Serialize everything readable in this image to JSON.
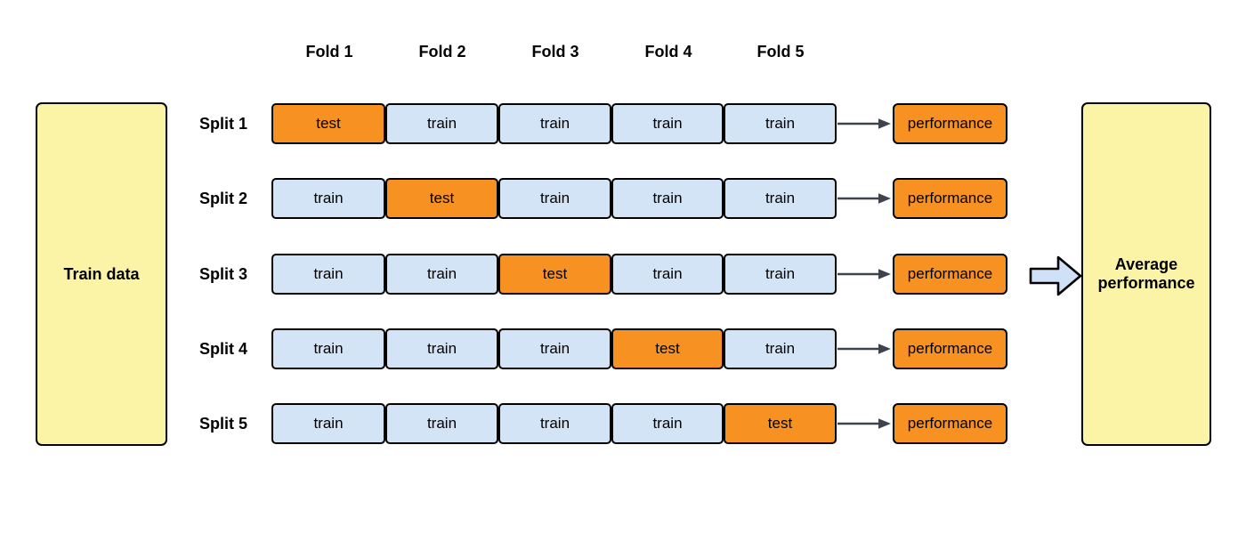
{
  "diagram": {
    "title_not_shown": "",
    "colors": {
      "train_fill": "#d4e4f7",
      "test_fill": "#f79122",
      "performance_fill": "#f79122",
      "data_fill": "#fbf3a5",
      "arrow_fill": "#cfe0f7",
      "stroke": "#000000",
      "connector_stroke": "#3d4450"
    },
    "train_data_label": "Train data",
    "average_label_line1": "Average",
    "average_label_line2": "performance",
    "fold_headers": [
      {
        "label": "Fold 1"
      },
      {
        "label": "Fold 2"
      },
      {
        "label": "Fold 3"
      },
      {
        "label": "Fold 4"
      },
      {
        "label": "Fold 5"
      }
    ],
    "splits": [
      {
        "label": "Split 1",
        "cells": [
          "test",
          "train",
          "train",
          "train",
          "train"
        ],
        "result": "performance"
      },
      {
        "label": "Split 2",
        "cells": [
          "train",
          "test",
          "train",
          "train",
          "train"
        ],
        "result": "performance"
      },
      {
        "label": "Split 3",
        "cells": [
          "train",
          "train",
          "test",
          "train",
          "train"
        ],
        "result": "performance"
      },
      {
        "label": "Split 4",
        "cells": [
          "train",
          "train",
          "train",
          "test",
          "train"
        ],
        "result": "performance"
      },
      {
        "label": "Split 5",
        "cells": [
          "train",
          "train",
          "train",
          "train",
          "test"
        ],
        "result": "performance"
      }
    ]
  }
}
